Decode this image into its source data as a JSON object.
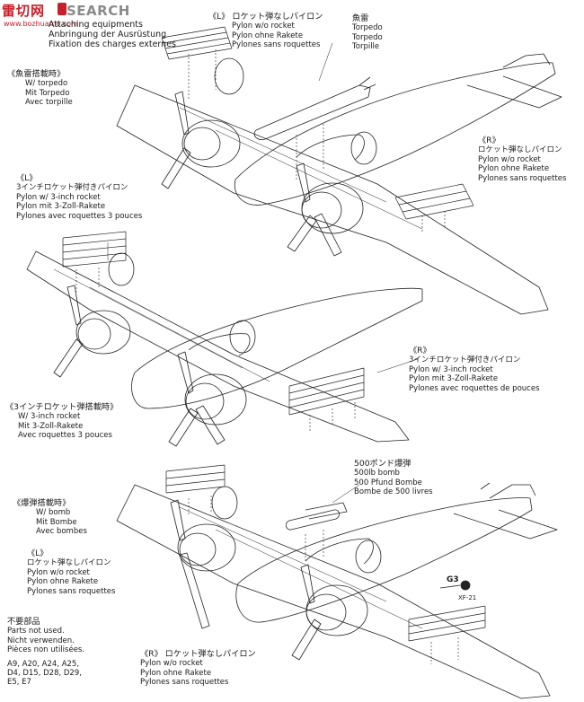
{
  "watermark": {
    "cn": "雷切网",
    "en": "SEARCH",
    "url": "www.bozhuamo.com"
  },
  "header": {
    "lines": [
      "Attaching equipments",
      "Anbringung der Ausrüstung",
      "Fixation des charges externes"
    ]
  },
  "labels": {
    "top_left_pylon": {
      "title": "《L》 ロケット弾なしパイロン",
      "lines": [
        "Pylon w/o rocket",
        "Pylon ohne Rakete",
        "Pylones sans roquettes"
      ]
    },
    "torpedo_part": {
      "title": "魚雷",
      "lines": [
        "Torpedo",
        "Torpedo",
        "Torpille"
      ]
    },
    "torpedo_setup": {
      "title": "《魚雷搭載時》",
      "lines": [
        "W/ torpedo",
        "Mit Torpedo",
        "Avec torpille"
      ]
    },
    "right_pylon_1": {
      "title": "《R》",
      "lines": [
        "ロケット弾なしパイロン",
        "Pylon w/o rocket",
        "Pylon ohne Rakete",
        "Pylones sans roquettes"
      ]
    },
    "left_rocket_pylon": {
      "title": "《L》",
      "lines": [
        "3インチロケット弾付きパイロン",
        "Pylon w/ 3-inch rocket",
        "Pylon mit 3-Zoll-Rakete",
        "Pylones avec roquettes 3 pouces"
      ]
    },
    "right_rocket_pylon": {
      "title": "《R》",
      "lines": [
        "3インチロケット弾付きパイロン",
        "Pylon w/ 3-inch rocket",
        "Pylon mit 3-Zoll-Rakete",
        "Pylones avec roquettes de pouces"
      ]
    },
    "rocket_setup": {
      "title": "《3インチロケット弾搭載時》",
      "lines": [
        "W/ 3-inch rocket",
        "Mit 3-Zoll-Rakete",
        "Avec roquettes 3 pouces"
      ]
    },
    "bomb_part": {
      "title": "500ポンド爆弾",
      "lines": [
        "500lb bomb",
        "500 Pfund Bombe",
        "Bombe de 500 livres"
      ]
    },
    "bomb_setup": {
      "title": "《爆弾搭載時》",
      "lines": [
        "W/ bomb",
        "Mit Bombe",
        "Avec bombes"
      ]
    },
    "left_pylon_3": {
      "title": "《L》",
      "lines": [
        "ロケット弾なしパイロン",
        "Pylon w/o rocket",
        "Pylon ohne Rakete",
        "Pylones sans roquettes"
      ]
    },
    "not_used": {
      "title": "不要部品",
      "lines": [
        "Parts not used.",
        "Nicht verwenden.",
        "Pièces non utilisées.",
        "",
        "A9, A20, A24, A25,",
        "D4, D15, D28, D29,",
        "E5, E7"
      ]
    },
    "right_pylon_3": {
      "title": "《R》 ロケット弾なしパイロン",
      "lines": [
        "Pylon w/o rocket",
        "Pylon ohne Rakete",
        "Pylones sans roquettes"
      ]
    }
  },
  "callouts": {
    "part": "G3",
    "paint": "XF-21"
  },
  "colors": {
    "ink": "#1a1a1a",
    "watermark_red": "#c8202a",
    "watermark_grey": "#8a8a8a"
  }
}
